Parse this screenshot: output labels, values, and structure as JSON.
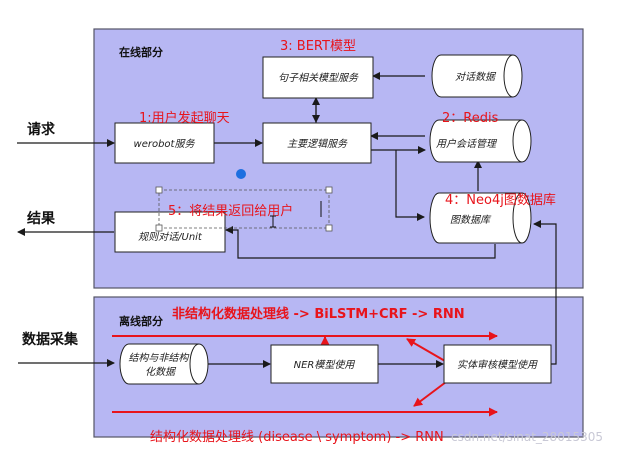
{
  "sections": {
    "online": "在线部分",
    "offline": "离线部分"
  },
  "left_labels": {
    "request": "请求",
    "result": "结果",
    "data_collect": "数据采集"
  },
  "nodes": {
    "werobot": "werobot服务",
    "main_logic": "主要逻辑服务",
    "sentence_model": "句子相关模型服务",
    "dialog_data": "对话数据",
    "user_session": "用户会话管理",
    "graph_db": "图数据库",
    "rule_dialog": "规则对话/Unit",
    "struct_unstruct": "结构与非结构化数据",
    "ner": "NER模型使用",
    "entity_review": "实体审核模型使用"
  },
  "annotations": {
    "step1": "1:用户发起聊天",
    "step2": "2：Redis",
    "step3": "3: BERT模型",
    "step4": "4：Neo4j图数据库",
    "step5": "5：将结果返回给用户"
  },
  "pipelines": {
    "unstructured": "非结构化数据处理线 -> BiLSTM+CRF -> RNN",
    "structured": "结构化数据处理线 (disease \\ symptom) -> RNN"
  },
  "watermark": "csdn.net/sinat_28015305",
  "colors": {
    "panel_fill": "#b7b7f3",
    "panel_stroke": "#555566",
    "annotation_red": "#e8141b",
    "box_fill": "#ffffff"
  }
}
